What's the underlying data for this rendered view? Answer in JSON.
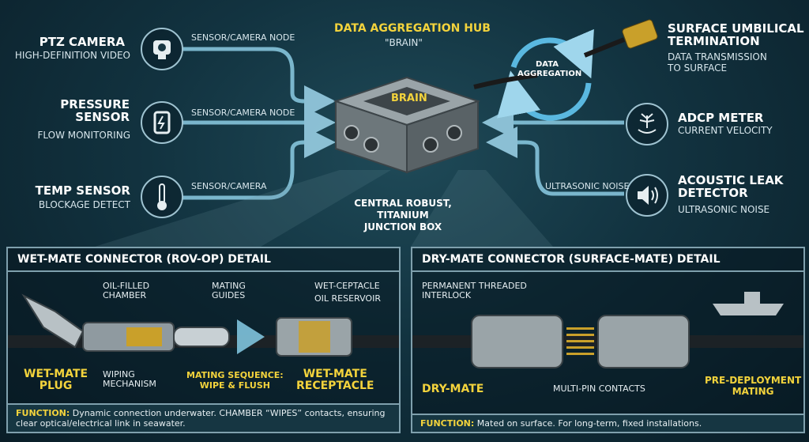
{
  "hub": {
    "title": "DATA AGGREGATION HUB",
    "subtitle": "\"BRAIN\"",
    "box_label": "BRAIN",
    "caption_line1": "CENTRAL ROBUST, TITANIUM",
    "caption_line2": "JUNCTION BOX"
  },
  "left_nodes": [
    {
      "title": "PTZ CAMERA",
      "subtitle": "HIGH-DEFINITION VIDEO",
      "edge": "SENSOR/CAMERA NODE",
      "icon": "camera-icon"
    },
    {
      "title_line1": "PRESSURE",
      "title_line2": "SENSOR",
      "subtitle": "FLOW MONITORING",
      "edge": "SENSOR/CAMERA NODE",
      "icon": "gauge-icon"
    },
    {
      "title": "TEMP SENSOR",
      "subtitle": "BLOCKAGE DETECT",
      "edge": "SENSOR/CAMERA",
      "icon": "thermometer-icon"
    }
  ],
  "right_nodes": {
    "umbilical": {
      "title_line1": "SURFACE UMBILICAL",
      "title_line2": "TERMINATION",
      "sub_line1": "DATA TRANSMISSION",
      "sub_line2": "TO SURFACE"
    },
    "aggregation_line1": "DATA",
    "aggregation_line2": "AGGREGATION",
    "adcp": {
      "title": "ADCP METER",
      "subtitle": "CURRENT VELOCITY",
      "icon": "water-flow-icon"
    },
    "acoustic": {
      "title_line1": "ACOUSTIC LEAK",
      "title_line2": "DETECTOR",
      "subtitle": "ULTRASONIC NOISE",
      "edge": "ULTRASONIC NOISE",
      "icon": "speaker-icon"
    }
  },
  "wet_panel": {
    "title": "WET-MATE CONNECTOR (ROV-OP) DETAIL",
    "labels": {
      "oil_filled_1": "OIL-FILLED",
      "oil_filled_2": "CHAMBER",
      "mating_guides_1": "MATING",
      "mating_guides_2": "GUIDES",
      "receptacle_top": "WET-CEPTACLE",
      "oil_reservoir": "OIL RESERVOIR",
      "wiping_1": "WIPING",
      "wiping_2": "MECHANISM",
      "sequence_1": "MATING SEQUENCE:",
      "sequence_2": "WIPE & FLUSH",
      "plug_1": "WET-MATE",
      "plug_2": "PLUG",
      "receptacle_1": "WET-MATE",
      "receptacle_2": "RECEPTACLE"
    },
    "function_label": "FUNCTION:",
    "function_text": " Dynamic connection underwater. CHAMBER “WIPES” contacts, ensuring clear optical/electrical link in seawater."
  },
  "dry_panel": {
    "title": "DRY-MATE CONNECTOR (SURFACE-MATE) DETAIL",
    "labels": {
      "interlock_1": "PERMANENT THREADED",
      "interlock_2": "INTERLOCK",
      "dry_mate": "DRY-MATE",
      "multi_pin": "MULTI-PIN CONTACTS",
      "predeploy_1": "PRE-DEPLOYMENT",
      "predeploy_2": "MATING"
    },
    "function_label": "FUNCTION:",
    "function_text": " Mated on surface. For long-term, fixed installations."
  },
  "colors": {
    "accent": "#f3d33c",
    "arrow": "#7fc3dd",
    "panel_border": "#7fa0ad"
  }
}
